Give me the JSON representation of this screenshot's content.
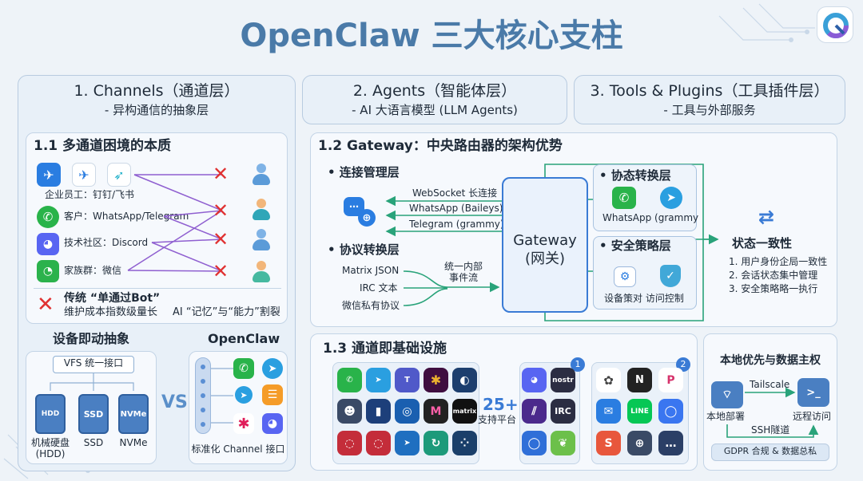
{
  "title": "OpenClaw 三大核心支柱",
  "columns": [
    {
      "title": "1. Channels（通道层）",
      "subtitle": "- 异构通信的抽象层"
    },
    {
      "title": "2. Agents（智能体层）",
      "subtitle": "- AI 大语言模型 (LLM Agents)"
    },
    {
      "title": "3. Tools & Plugins（工具插件层）",
      "subtitle": "- 工具与外部服务"
    }
  ],
  "s11": {
    "title": "1.1 多通道困境的本质",
    "rows": [
      {
        "label": "企业员工：钉钉/飞书"
      },
      {
        "label": "客户：WhatsApp/Telegram"
      },
      {
        "label": "技术社区：Discord"
      },
      {
        "label": "家族群：微信"
      }
    ],
    "pain_title": "传统 “单通过Bot”",
    "pain_sub": "维护成本指数级量长",
    "pain_right": "AI “记忆”与“能力”割裂"
  },
  "device": {
    "title": "设备即动抽象",
    "vfs": "VFS 统一接口",
    "disks": [
      {
        "icon": "HDD",
        "label": "机械硬盘\n(HDD)"
      },
      {
        "icon": "SSD",
        "label": "SSD"
      },
      {
        "icon": "NVMe",
        "label": "NVMe"
      }
    ],
    "vs": "VS"
  },
  "openclaw": {
    "title": "OpenClaw",
    "caption": "标准化 Channel 接口"
  },
  "s12": {
    "title": "1.2 Gateway：中央路由器的架构优势",
    "conn_title": "• 连接管理层",
    "conn": [
      "WebSocket 长连接",
      "WhatsApp (Baileys)",
      "Telegram (grammy)"
    ],
    "proto_title": "• 协议转换层",
    "proto": [
      "Matrix JSON",
      "IRC 文本",
      "微信私有协议"
    ],
    "unify": "统一内部\n事件流",
    "gateway": "Gateway\n(网关)",
    "coord_title": "• 协态转换层",
    "coord_caption": "WhatsApp (grammy",
    "sec_title": "• 安全策略层",
    "sec_caption": "设备策对  访问控制",
    "state_title": "状态一致性",
    "state_items": [
      "1. 用户身份企局一致性",
      "2. 会话状态集中管理",
      "3. 安全策略略一执行"
    ]
  },
  "s13": {
    "title": "1.3 通道即基础设施",
    "badge1": "1",
    "badge2": "2",
    "count": "25+",
    "count_sub": "支持平台",
    "tiles_nostr": "nostr",
    "tiles_irc": "IRC",
    "tiles_matrix": "matrix",
    "tiles_m": "M",
    "tiles_more": "…"
  },
  "local": {
    "title": "本地优先与数据主权",
    "tailscale": "Tailscale",
    "local_deploy": "本地部署",
    "remote": "远程访问",
    "ssh": "SSH隧道",
    "gdpr": "GDPR 合规 & 数据总私"
  },
  "colors": {
    "title": "#4a7aa8",
    "accent": "#3a7bd5",
    "red": "#e03131",
    "green": "#29b34a"
  }
}
